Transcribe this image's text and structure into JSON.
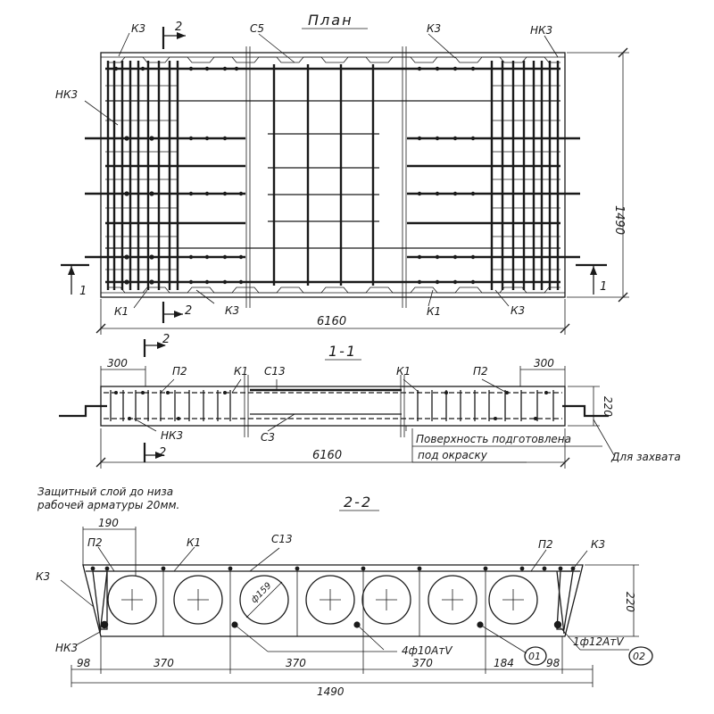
{
  "titles": {
    "plan": "План",
    "section_11": "1-1",
    "section_22": "2-2"
  },
  "marks": {
    "k1": "К1",
    "k3": "К3",
    "nk3": "НК3",
    "s5": "С5",
    "s3": "С3",
    "s13": "С13",
    "p2": "П2",
    "cut1": "1",
    "cut2": "2"
  },
  "dimensions": {
    "length": "6160",
    "width": "1490",
    "height": "220",
    "edge_300": "300",
    "d190": "190",
    "d98": "98",
    "d370": "370",
    "d184": "184",
    "hole_dia": "ф159"
  },
  "notes": {
    "surface_line1": "Поверхность подготовлена",
    "surface_line2": "под окраску",
    "grip": "Для захвата",
    "cover_line1": "Защитный слой до низа",
    "cover_line2": "рабочей арматуры 20мм."
  },
  "rebar": {
    "main": "4ф10АтV",
    "side": "1ф12АтV",
    "tag1": "01",
    "tag2": "02"
  }
}
